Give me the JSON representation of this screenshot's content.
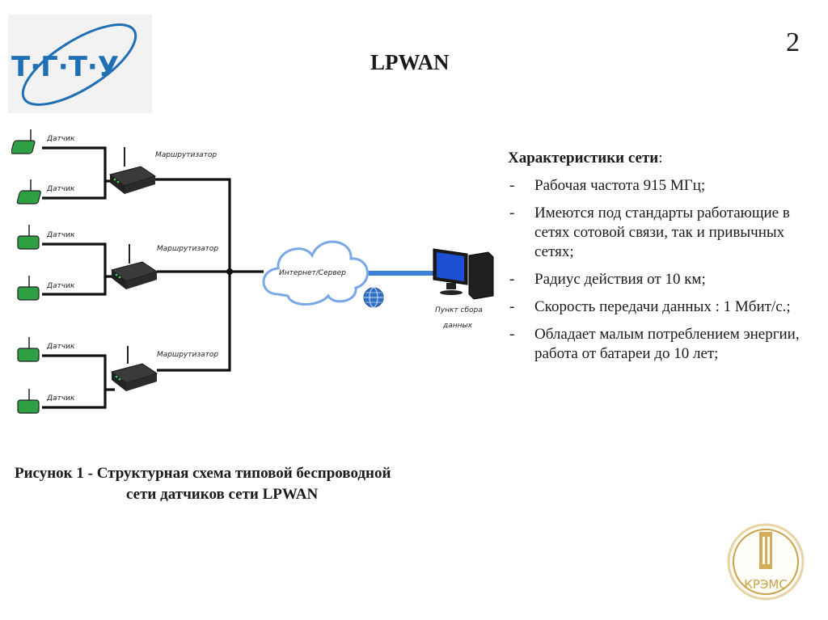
{
  "logo": {
    "text": "Т·Г·Т·У",
    "color": "#1f6fb5"
  },
  "slide": {
    "title": "LPWAN",
    "number": "2"
  },
  "diagram": {
    "sensor_label": "Датчик",
    "router_label": "Маршрутизатор",
    "cloud_label": "Интернет/Сервер",
    "station_label_line1": "Пункт сбора",
    "station_label_line2": "данных",
    "sensor_color": "#2ea043",
    "link_color": "#3e7fd6"
  },
  "specs": {
    "heading": "Характеристики сети",
    "heading_colon": ":",
    "items": [
      "Рабочая частота 915 МГц;",
      "Имеются под стандарты работающие в сетях сотовой связи, так и привычных сетях;",
      "Радиус действия от 10 км;",
      "Скорость передачи данных : 1 Мбит/с.;",
      "Обладает малым потреблением энергии, работа от батареи до 10 лет;"
    ]
  },
  "caption": {
    "line1": "Рисунок 1 - Структурная схема типовой беспроводной",
    "line2": "сети датчиков сети LPWAN"
  },
  "seal": {
    "text": "КРЭМС",
    "color": "#c9a24a"
  }
}
